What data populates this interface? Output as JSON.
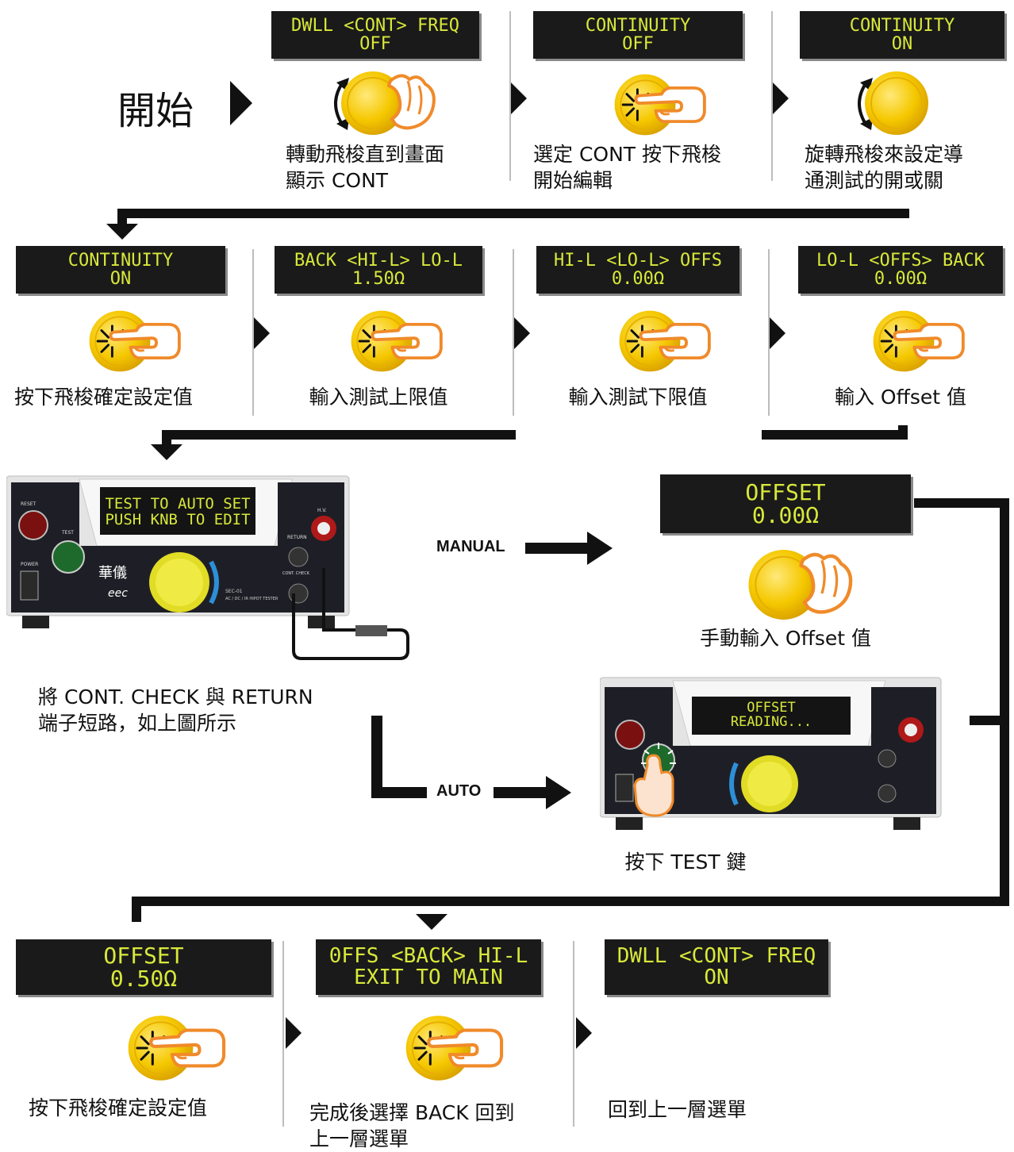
{
  "start_label": "開始",
  "row1": {
    "step1": {
      "lcd": [
        "DWLL <CONT> FREQ",
        "OFF"
      ],
      "caption": [
        "轉動飛梭直到畫面",
        "顯示 CONT"
      ]
    },
    "step2": {
      "lcd": [
        "CONTINUITY",
        "OFF"
      ],
      "caption": [
        "選定 CONT 按下飛梭",
        "開始編輯"
      ]
    },
    "step3": {
      "lcd": [
        "CONTINUITY",
        "ON"
      ],
      "caption": [
        "旋轉飛梭來設定導",
        "通測試的開或關"
      ]
    }
  },
  "row2": {
    "step1": {
      "lcd": [
        "CONTINUITY",
        "ON"
      ],
      "caption": "按下飛梭確定設定值"
    },
    "step2": {
      "lcd": [
        "BACK <HI-L> LO-L",
        "1.50Ω"
      ],
      "caption": "輸入測試上限值"
    },
    "step3": {
      "lcd": [
        "HI-L <LO-L> OFFS",
        "0.00Ω"
      ],
      "caption": "輸入測試下限值"
    },
    "step4": {
      "lcd": [
        "LO-L <OFFS> BACK",
        "0.00Ω"
      ],
      "caption": "輸入 Offset 值"
    }
  },
  "row3": {
    "device_lcd": [
      "TEST TO AUTO SET",
      "PUSH KNB TO EDIT"
    ],
    "device_caption": [
      "將 CONT. CHECK 與 RETURN",
      "端子短路，如上圖所示"
    ],
    "manual_label": "MANUAL",
    "auto_label": "AUTO",
    "manual_lcd": [
      "OFFSET",
      "0.00Ω"
    ],
    "manual_caption": "手動輸入 Offset 值",
    "auto_lcd": [
      "OFFSET",
      "READING..."
    ],
    "auto_caption": "按下 TEST 鍵",
    "device_texts": {
      "reset": "RESET",
      "test": "TEST",
      "power": "POWER",
      "return": "RETURN",
      "hv": "H.V.",
      "brand": "華儀",
      "logo": "eec",
      "model": "SEC-01",
      "model_desc": "AC / DC / IR HIPOT TESTER",
      "cont": "CONT. CHECK"
    }
  },
  "row4": {
    "step1": {
      "lcd": [
        "OFFSET",
        "0.50Ω"
      ],
      "caption": "按下飛梭確定設定值"
    },
    "step2": {
      "lcd": [
        "0FFS <BACK> HI-L",
        "EXIT TO MAIN"
      ],
      "caption": [
        "完成後選擇 BACK 回到",
        "上一層選單"
      ]
    },
    "step3": {
      "lcd": [
        "DWLL <CONT> FREQ",
        "ON"
      ],
      "caption": "回到上一層選單"
    }
  },
  "colors": {
    "lcd_bg": "#1a1a1a",
    "lcd_text": "#d8e83a",
    "knob": "#f2c500",
    "hand": "#f08a2a"
  }
}
